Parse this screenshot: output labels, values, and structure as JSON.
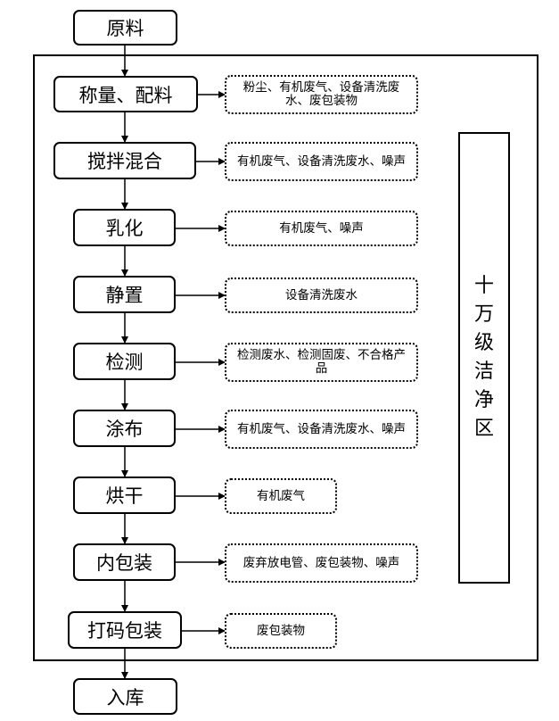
{
  "input": "原料",
  "output": "入库",
  "zone_label": "十万级洁净区",
  "steps": [
    {
      "name": "称量、配料",
      "emission": "粉尘、有机废气、设备清洗废水、废包装物"
    },
    {
      "name": "搅拌混合",
      "emission": "有机废气、设备清洗废水、噪声"
    },
    {
      "name": "乳化",
      "emission": "有机废气、噪声"
    },
    {
      "name": "静置",
      "emission": "设备清洗废水"
    },
    {
      "name": "检测",
      "emission": "检测废水、检测固废、不合格产品"
    },
    {
      "name": "涂布",
      "emission": "有机废气、设备清洗废水、噪声"
    },
    {
      "name": "烘干",
      "emission": "有机废气"
    },
    {
      "name": "内包装",
      "emission": "废弃放电管、废包装物、噪声"
    },
    {
      "name": "打码包装",
      "emission": "废包装物"
    }
  ]
}
